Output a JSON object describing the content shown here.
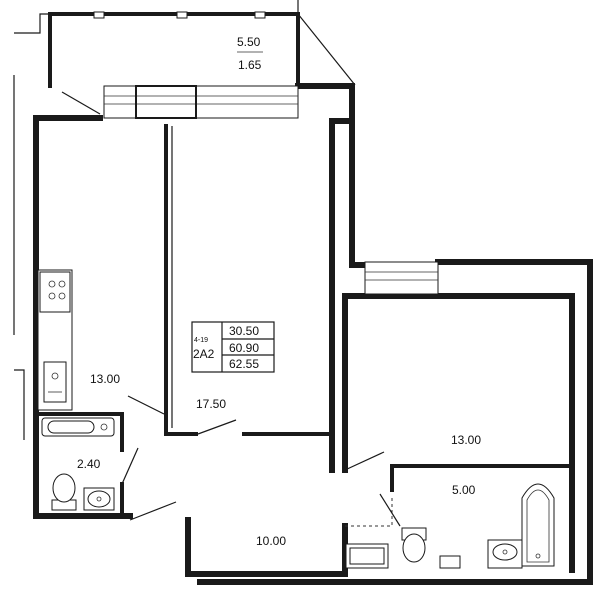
{
  "balcony": {
    "area": "5.50",
    "area_reduced": "1.65"
  },
  "rooms": {
    "kitchen": "13.00",
    "living": "17.50",
    "bedroom": "13.00",
    "bathroom_small": "2.40",
    "bathroom_large": "5.00",
    "hall": "10.00"
  },
  "unit_box": {
    "code": "2A2",
    "floors": "4-19",
    "living_area": "30.50",
    "total_area": "60.90",
    "total_with_balcony": "62.55"
  }
}
